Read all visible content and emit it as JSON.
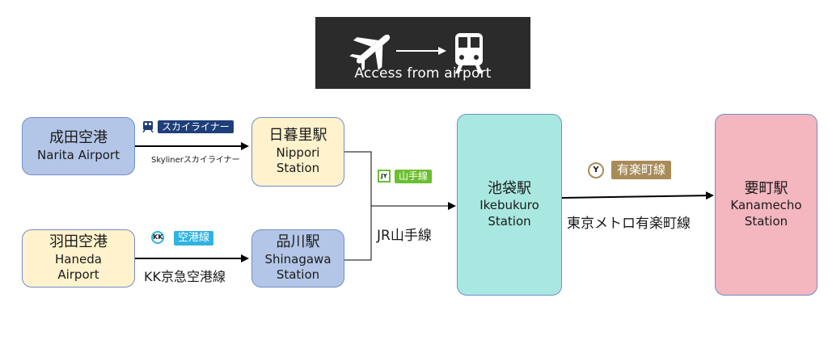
{
  "header": {
    "title": "Access from airport",
    "plane_icon": "airplane-icon",
    "train_icon": "train-icon"
  },
  "stations": {
    "narita": {
      "jp": "成田空港",
      "en": "Narita Airport"
    },
    "haneda": {
      "jp": "羽田空港",
      "en_line1": "Haneda",
      "en_line2": "Airport"
    },
    "nippori": {
      "jp": "日暮里駅",
      "en_line1": "Nippori",
      "en_line2": "Station"
    },
    "shinagawa": {
      "jp": "品川駅",
      "en_line1": "Shinagawa",
      "en_line2": "Station"
    },
    "ikebukuro": {
      "jp": "池袋駅",
      "en_line1": "Ikebukuro",
      "en_line2": "Station"
    },
    "kanamecho": {
      "jp": "要町駅",
      "en_line1": "Kanamecho",
      "en_line2": "Station"
    }
  },
  "lines": {
    "skyliner": {
      "badge": "スカイライナー",
      "caption": "Skylinerスカイライナー",
      "color": "#1e3f7a"
    },
    "keikyu": {
      "symbol": "KK",
      "badge": "空港線",
      "caption": "KK京急空港線",
      "color": "#2fb3e0"
    },
    "yamanote": {
      "symbol": "JY",
      "badge": "山手線",
      "caption": "JR山手線",
      "color": "#6abf2e"
    },
    "yurakucho": {
      "symbol": "Y",
      "badge": "有楽町線",
      "caption": "東京メトロ有楽町線",
      "color": "#a88b57"
    }
  }
}
